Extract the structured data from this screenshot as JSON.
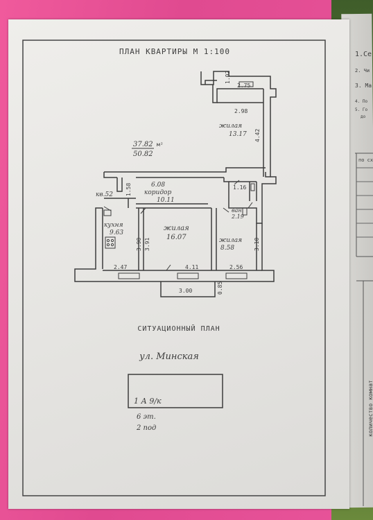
{
  "plan": {
    "title": "ПЛАН КВАРТИРЫ М 1:100",
    "area_living": "37.82",
    "area_total": "50.82",
    "area_unit": "м²",
    "apt_number": "кв.52",
    "dims": {
      "d102": "1.02",
      "d275": "2.75",
      "d298": "2.98",
      "d442": "4.42",
      "d608": "6.08",
      "d158": "1.58",
      "d116": "1.16",
      "d390a": "3.90",
      "d391": "3.91",
      "d310": "3.10",
      "d247": "2.47",
      "d411": "4.11",
      "d256": "2.56",
      "d300": "3.00",
      "d085": "0.85"
    },
    "rooms": {
      "living1_label": "жилая",
      "living1_area": "13.17",
      "corridor_label": "коридор",
      "corridor_area": "10.11",
      "kitchen_label": "кухня",
      "kitchen_area": "9.63",
      "living2_label": "жилая",
      "living2_area": "16.07",
      "living3_label": "жилая",
      "living3_area": "8.58",
      "bath_label": "ван.",
      "bath_area": "2.19"
    }
  },
  "situation": {
    "title": "СИТУАЦИОННЫЙ ПЛАН",
    "street": "ул. Минская",
    "building_code": "1 А 9/к",
    "floors": "6 эт.",
    "entrances": "2 под"
  },
  "side_notes": [
    "1.Се",
    "2. Чи",
    "3. Ма",
    "4. По",
    "5. Го",
    "до"
  ],
  "side_table": {
    "header": "по сх",
    "col_title": "количество комнат"
  },
  "colors": {
    "paper": "#e9e8e5",
    "ink": "#3c3c3c",
    "folder": "#e8488e"
  }
}
